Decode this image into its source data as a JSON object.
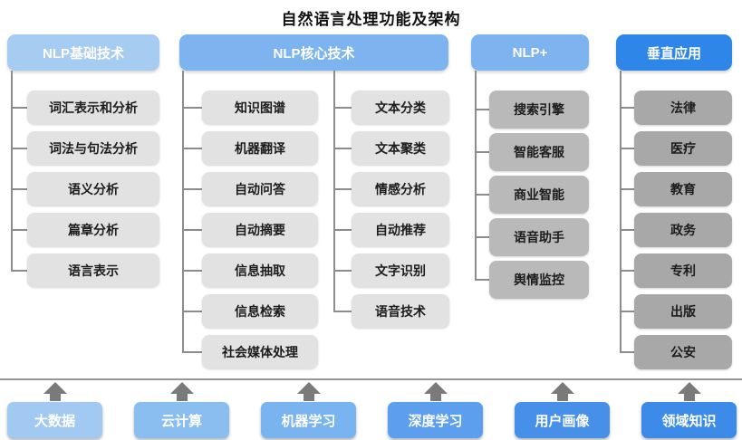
{
  "title": "自然语言处理功能及架构",
  "colors": {
    "connector": "#8c8c8c",
    "baseline": "#979797",
    "arrow": "#7a7a7a"
  },
  "columns": [
    {
      "header": "NLP基础技术",
      "header_color": "#a6ccf2",
      "item_color": "#e2e2e2",
      "groups": [
        {
          "items": [
            "词汇表示和分析",
            "词法与句法分析",
            "语义分析",
            "篇章分析",
            "语言表示"
          ]
        }
      ]
    },
    {
      "header": "NLP核心技术",
      "header_color": "#7db4f0",
      "item_color": "#e2e2e2",
      "groups": [
        {
          "items": [
            "知识图谱",
            "机器翻译",
            "自动问答",
            "自动摘要",
            "信息抽取",
            "信息检索",
            "社会媒体处理"
          ]
        },
        {
          "items": [
            "文本分类",
            "文本聚类",
            "情感分析",
            "自动推荐",
            "文字识别",
            "语音技术"
          ]
        }
      ]
    },
    {
      "header": "NLP+",
      "header_color": "#7db4f0",
      "item_color": "#b9b9b9",
      "groups": [
        {
          "items": [
            "搜索引擎",
            "智能客服",
            "商业智能",
            "语音助手",
            "舆情监控"
          ]
        }
      ]
    },
    {
      "header": "垂直应用",
      "header_color": "#2e86e9",
      "item_color": "#a8a8a8",
      "groups": [
        {
          "items": [
            "法律",
            "医疗",
            "教育",
            "政务",
            "专利",
            "出版",
            "公安"
          ]
        }
      ]
    }
  ],
  "foundation": {
    "items": [
      {
        "label": "大数据",
        "color": "#a2c9f1"
      },
      {
        "label": "云计算",
        "color": "#8abdf0"
      },
      {
        "label": "机器学习",
        "color": "#79b3f0"
      },
      {
        "label": "深度学习",
        "color": "#5b9fee"
      },
      {
        "label": "用户画像",
        "color": "#4690ea"
      },
      {
        "label": "领域知识",
        "color": "#3c8be9"
      }
    ]
  }
}
